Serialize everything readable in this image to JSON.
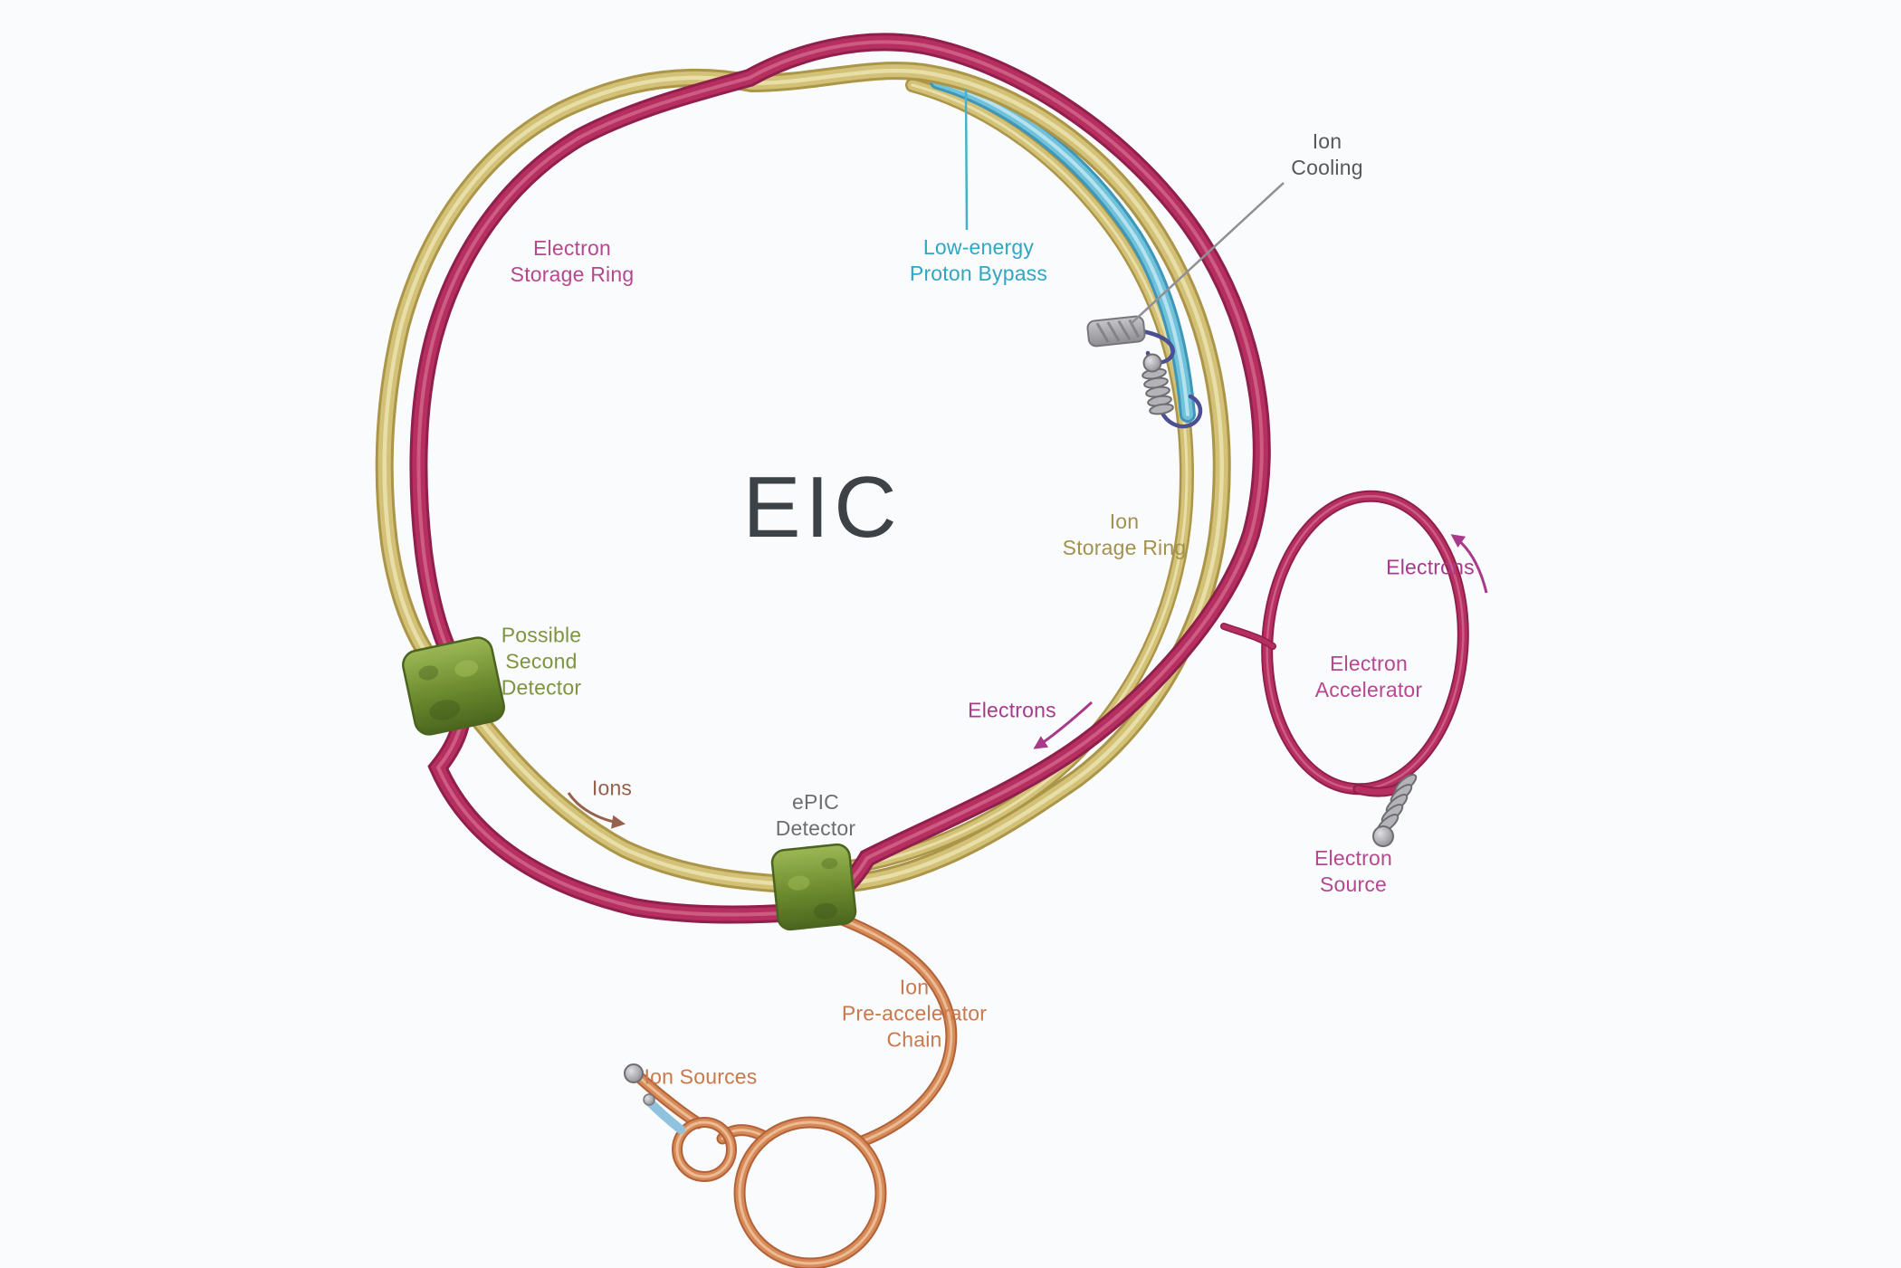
{
  "diagram": {
    "name": "EIC accelerator complex schematic",
    "title": "EIC"
  },
  "labels": {
    "electron_storage_ring": {
      "lines": [
        "Electron",
        "Storage Ring"
      ],
      "color": "#b5488f"
    },
    "low_energy_proton_bypass": {
      "lines": [
        "Low-energy",
        "Proton Bypass"
      ],
      "color": "#2fa6c5"
    },
    "ion_cooling": {
      "lines": [
        "Ion",
        "Cooling"
      ],
      "color": "#57585a"
    },
    "eic": {
      "lines": [
        "EIC"
      ],
      "color": "#3d4247"
    },
    "ion_storage_ring": {
      "lines": [
        "Ion",
        "Storage Ring"
      ],
      "color": "#a3914e"
    },
    "electrons_main": {
      "lines": [
        "Electrons"
      ],
      "color": "#a83a8a"
    },
    "electrons_accelerator": {
      "lines": [
        "Electrons"
      ],
      "color": "#a83a8a"
    },
    "electron_accelerator": {
      "lines": [
        "Electron",
        "Accelerator"
      ],
      "color": "#b5488f"
    },
    "electron_source": {
      "lines": [
        "Electron",
        "Source"
      ],
      "color": "#b5488f"
    },
    "possible_second_detector": {
      "lines": [
        "Possible",
        "Second",
        "Detector"
      ],
      "color": "#7d9440"
    },
    "ions": {
      "lines": [
        "Ions"
      ],
      "color": "#96604a"
    },
    "epic_detector": {
      "lines": [
        "ePIC",
        "Detector"
      ],
      "color": "#6d6e70"
    },
    "ion_pre_accelerator_chain": {
      "lines": [
        "Ion",
        "Pre-accelerator",
        "Chain"
      ],
      "color": "#c8794e"
    },
    "ion_sources": {
      "lines": [
        "Ion Sources"
      ],
      "color": "#c8794e"
    }
  },
  "palette": {
    "background": "#fafbfd",
    "electron_ring_tube": "#b62f60",
    "electron_ring_edge": "#8f1f4b",
    "ion_ring_tube": "#d2c176",
    "ion_ring_edge": "#ab9548",
    "proton_bypass_tube": "#6fc2da",
    "pre_accelerator_tube": "#d58a58",
    "detector_green": "#6c8a2e",
    "hardware_gray": "#9a9a9e",
    "cooling_wire_blue": "#4b4f93"
  }
}
